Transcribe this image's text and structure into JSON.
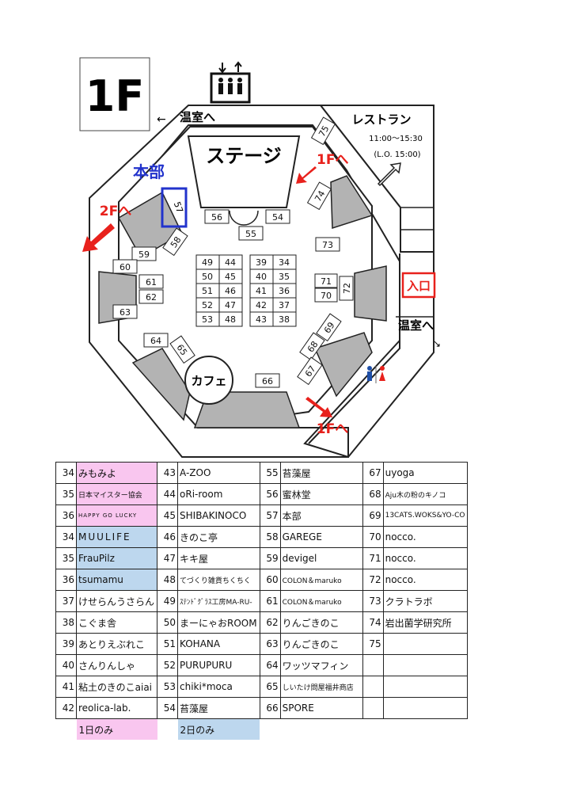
{
  "map": {
    "floor_label": "1F",
    "stage_label": "ステージ",
    "honbu_label": "本部",
    "cafe_label": "カフェ",
    "restaurant_label": "レストラン",
    "restaurant_hours": "11:00～15:30",
    "restaurant_lo": "(L.O. 15:00)",
    "to_greenhouse": "温室へ",
    "to_greenhouse_right": "温室へ",
    "to_2f": "2Fへ",
    "to_1f_top": "1Fへ",
    "to_1f_bottom": "1Fへ",
    "entrance": "入口",
    "arrow_left_glyph": "←",
    "arrow_down_right_glyph": "↘",
    "booths": {
      "b34": "34",
      "b35": "35",
      "b36": "36",
      "b37": "37",
      "b38": "38",
      "b39": "39",
      "b40": "40",
      "b41": "41",
      "b42": "42",
      "b43": "43",
      "b44": "44",
      "b45": "45",
      "b46": "46",
      "b47": "47",
      "b48": "48",
      "b49": "49",
      "b50": "50",
      "b51": "51",
      "b52": "52",
      "b53": "53",
      "b54": "54",
      "b55": "55",
      "b56": "56",
      "b57": "57",
      "b58": "58",
      "b59": "59",
      "b60": "60",
      "b61": "61",
      "b62": "62",
      "b63": "63",
      "b64": "64",
      "b65": "65",
      "b66": "66",
      "b67": "67",
      "b68": "68",
      "b69": "69",
      "b70": "70",
      "b71": "71",
      "b72": "72",
      "b73": "73",
      "b74": "74",
      "b75": "75"
    }
  },
  "table": {
    "rows": [
      [
        {
          "n": "34",
          "t": "みもみよ",
          "bg": "pink"
        },
        {
          "n": "43",
          "t": "A-ZOO"
        },
        {
          "n": "55",
          "t": "苔藻屋"
        },
        {
          "n": "67",
          "t": "uyoga"
        }
      ],
      [
        {
          "n": "35",
          "t": "日本マイスター協会",
          "bg": "pink",
          "sz": "small"
        },
        {
          "n": "44",
          "t": "oRi-room"
        },
        {
          "n": "56",
          "t": "蜜林堂"
        },
        {
          "n": "68",
          "t": "Aju木の粉のキノコ",
          "sz": "small"
        }
      ],
      [
        {
          "n": "36",
          "t": "HAPPY GO LUCKY",
          "bg": "pink",
          "sz": "tiny"
        },
        {
          "n": "45",
          "t": "SHIBAKINOCO"
        },
        {
          "n": "57",
          "t": "本部"
        },
        {
          "n": "69",
          "t": "13CATS.WOKS&YO-CO",
          "sz": "small"
        }
      ],
      [
        {
          "n": "34",
          "t": "MUULIFE",
          "bg": "blue",
          "sz": "wide"
        },
        {
          "n": "46",
          "t": "きのこ亭"
        },
        {
          "n": "58",
          "t": "GAREGE"
        },
        {
          "n": "70",
          "t": "nocco."
        }
      ],
      [
        {
          "n": "35",
          "t": "FrauPilz",
          "bg": "blue"
        },
        {
          "n": "47",
          "t": "キキ屋"
        },
        {
          "n": "59",
          "t": "devigel"
        },
        {
          "n": "71",
          "t": "nocco."
        }
      ],
      [
        {
          "n": "36",
          "t": "tsumamu",
          "bg": "blue"
        },
        {
          "n": "48",
          "t": "てづくり雑貨ちくちく",
          "sz": "small"
        },
        {
          "n": "60",
          "t": "COLON＆maruko",
          "sz": "small"
        },
        {
          "n": "72",
          "t": "nocco."
        }
      ],
      [
        {
          "n": "37",
          "t": "けせらんうさらん"
        },
        {
          "n": "49",
          "t": "ｽﾃﾝﾄﾞｸﾞﾗｽ工房MA-RU-",
          "sz": "small"
        },
        {
          "n": "61",
          "t": "COLON＆maruko",
          "sz": "small"
        },
        {
          "n": "73",
          "t": "クラトラボ"
        }
      ],
      [
        {
          "n": "38",
          "t": "こぐま舎"
        },
        {
          "n": "50",
          "t": "まーにゃおROOM"
        },
        {
          "n": "62",
          "t": "りんごきのこ"
        },
        {
          "n": "74",
          "t": "岩出菌学研究所"
        }
      ],
      [
        {
          "n": "39",
          "t": "あとりえぶれこ"
        },
        {
          "n": "51",
          "t": "KOHANA"
        },
        {
          "n": "63",
          "t": "りんごきのこ"
        },
        {
          "n": "75",
          "t": ""
        }
      ],
      [
        {
          "n": "40",
          "t": "さんりんしゃ"
        },
        {
          "n": "52",
          "t": "PURUPURU"
        },
        {
          "n": "64",
          "t": "ワッツマフィン"
        },
        {
          "n": "",
          "t": ""
        }
      ],
      [
        {
          "n": "41",
          "t": "粘土のきのこaiai"
        },
        {
          "n": "53",
          "t": "chiki*moca"
        },
        {
          "n": "65",
          "t": "しいたけ問屋福井商店",
          "sz": "small"
        },
        {
          "n": "",
          "t": ""
        }
      ],
      [
        {
          "n": "42",
          "t": "reolica-lab."
        },
        {
          "n": "54",
          "t": "苔藻屋"
        },
        {
          "n": "66",
          "t": "SPORE"
        },
        {
          "n": "",
          "t": ""
        }
      ]
    ],
    "legend_day1": "1日のみ",
    "legend_day2": "2日のみ"
  },
  "colors": {
    "red": "#e8211c",
    "blue_label": "#2233cc",
    "gray": "#b3b3b3",
    "pink": "#f9c6ef",
    "light_blue": "#bdd7ee"
  },
  "icons": [
    "elevator-icon",
    "restroom-icon",
    "arrow-icon"
  ]
}
